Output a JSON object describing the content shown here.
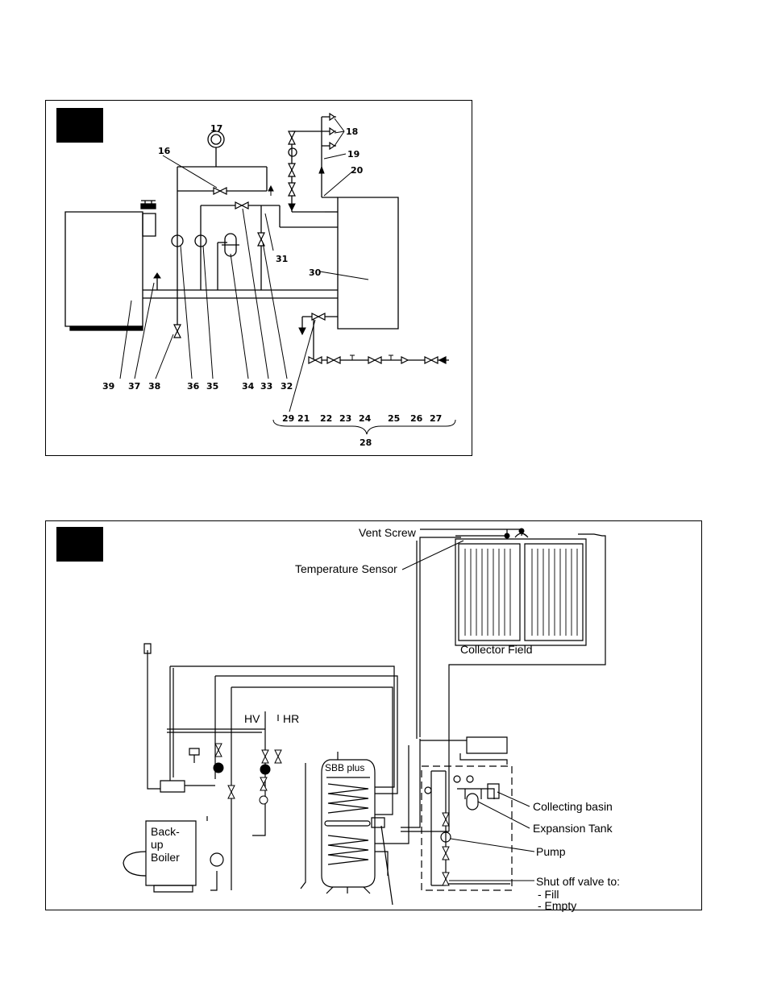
{
  "diagram1": {
    "callouts": {
      "n16": "16",
      "n17": "17",
      "n18": "18",
      "n19": "19",
      "n20": "20",
      "n30": "30",
      "n31": "31",
      "n39": "39",
      "n37": "37",
      "n38": "38",
      "n36": "36",
      "n35": "35",
      "n34": "34",
      "n33": "33",
      "n32": "32",
      "n29": "29",
      "n21": "21",
      "n22": "22",
      "n23": "23",
      "n24": "24",
      "n25": "25",
      "n26": "26",
      "n27": "27",
      "n28": "28"
    }
  },
  "diagram2": {
    "labels": {
      "vent_screw": "Vent Screw",
      "temperature_sensor": "Temperature Sensor",
      "collector_field": "Collector Field",
      "hv": "HV",
      "hr": "HR",
      "tank": "SBB plus",
      "boiler_line1": "Back-",
      "boiler_line2": "up",
      "boiler_line3": "Boiler",
      "collecting_basin": "Collecting basin",
      "expansion_tank": "Expansion Tank",
      "pump": "Pump",
      "shutoff_line1": "Shut off valve to:",
      "shutoff_line2": "- Fill",
      "shutoff_line3": "- Empty"
    }
  },
  "colors": {
    "ink": "#000000",
    "background": "#ffffff"
  }
}
